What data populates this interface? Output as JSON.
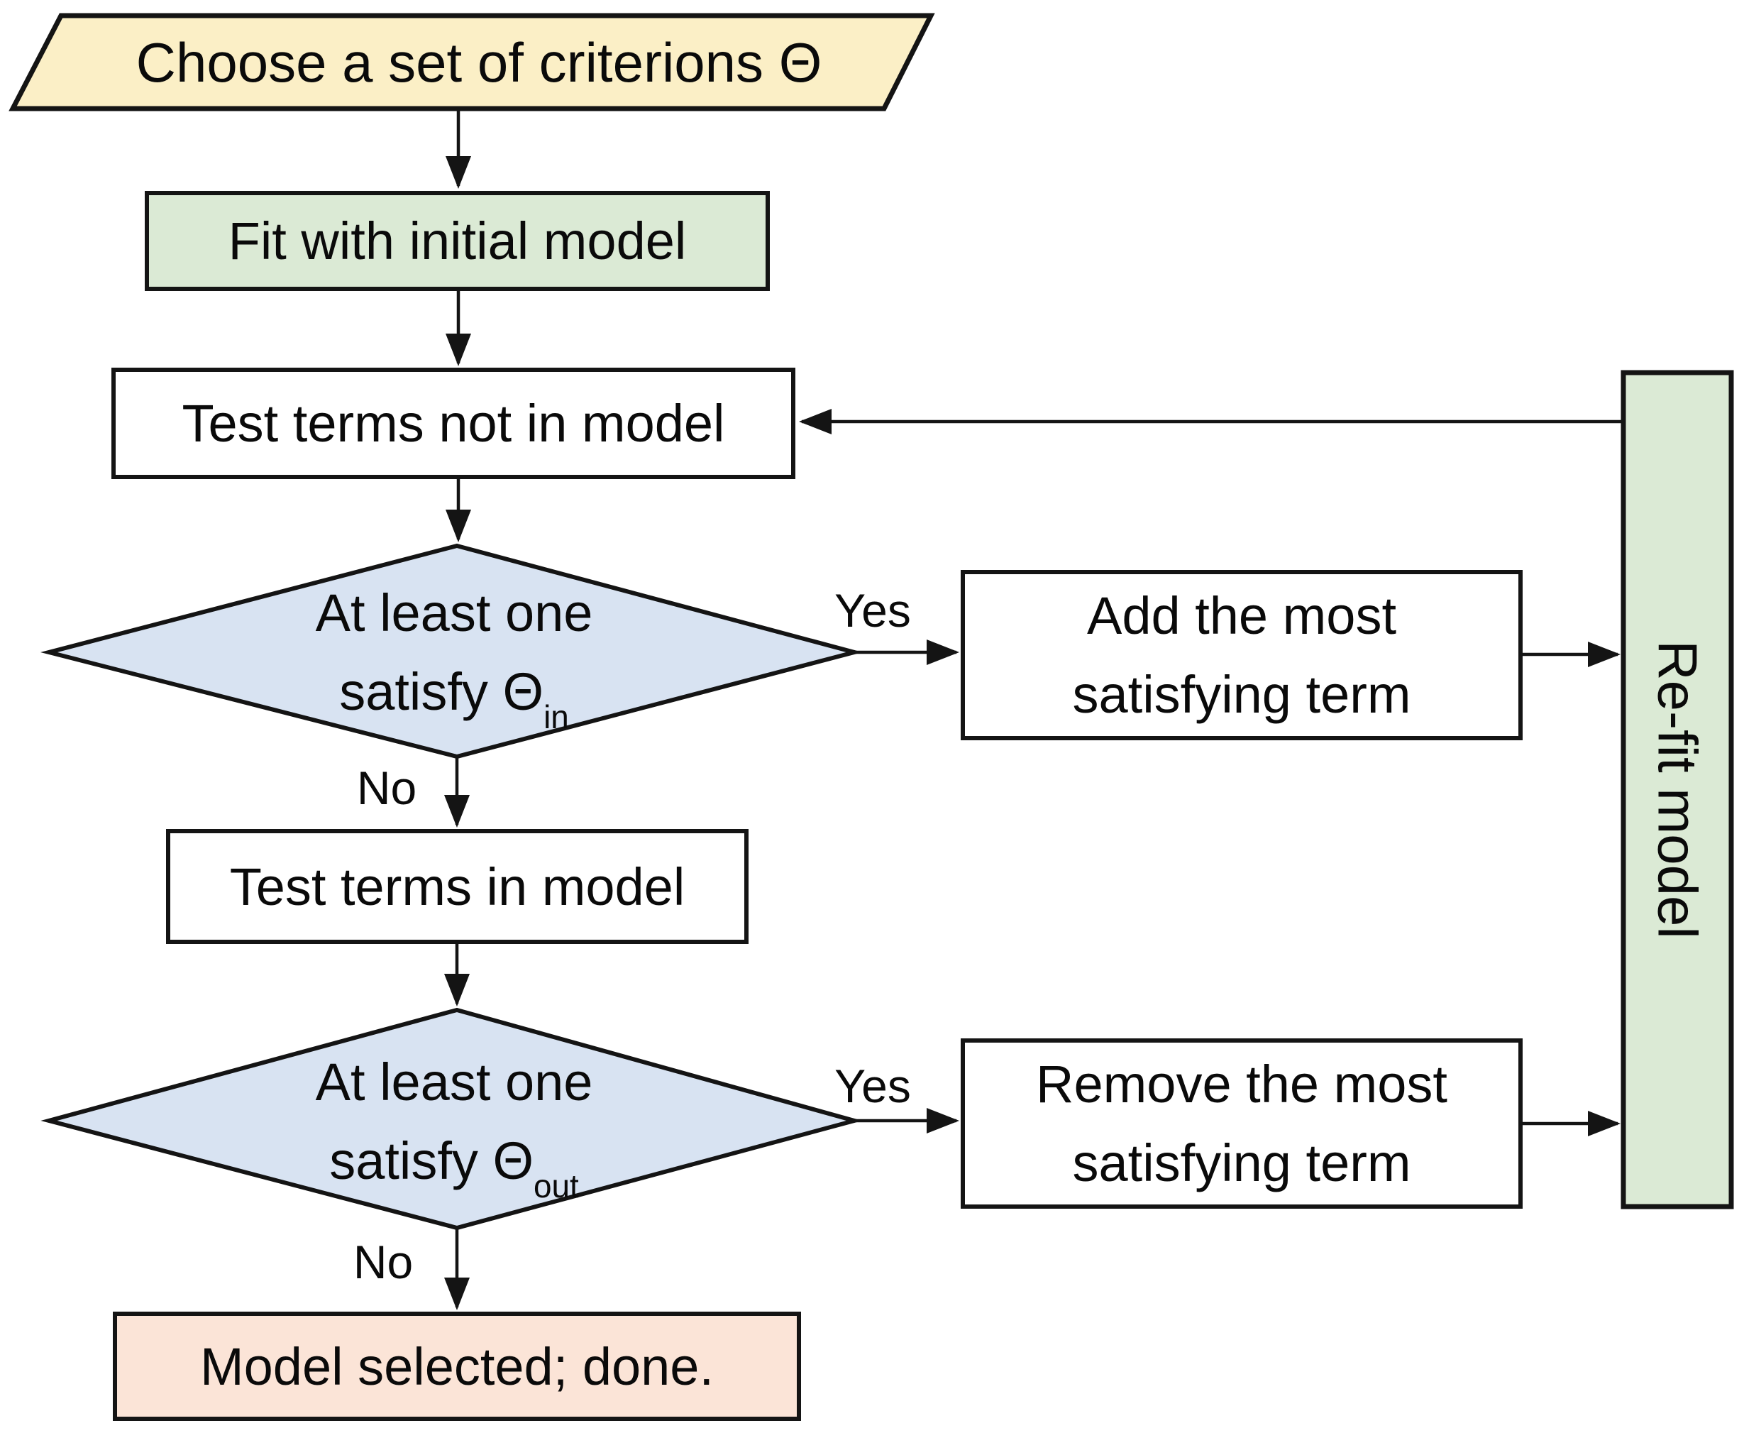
{
  "figure": {
    "type": "flowchart",
    "topic": "Stepwise model selection procedure"
  },
  "colors": {
    "input_parallelogram_fill": "#FBEFC6",
    "process_green_fill": "#DBEAD5",
    "decision_blue_fill": "#D8E3F2",
    "terminal_peach_fill": "#FBE4D7",
    "plain_box_fill": "#FFFFFF",
    "stroke": "#141414"
  },
  "nodes": {
    "choose": {
      "label": "Choose a set of criterions Θ",
      "shape": "parallelogram"
    },
    "fit_initial": {
      "label": "Fit with initial model",
      "shape": "process"
    },
    "test_not_in": {
      "label": "Test terms not in model",
      "shape": "process"
    },
    "decision_in": {
      "line1": "At least one",
      "line2": "satisfy Θ",
      "sub": "in",
      "shape": "decision"
    },
    "add_term": {
      "line1": "Add the most",
      "line2": "satisfying term",
      "shape": "process"
    },
    "refit": {
      "label": "Re-fit model",
      "shape": "process",
      "orientation": "rotated-90"
    },
    "test_in": {
      "label": "Test terms in model",
      "shape": "process"
    },
    "decision_out": {
      "line1": "At least one",
      "line2": "satisfy Θ",
      "sub": "out",
      "shape": "decision"
    },
    "remove_term": {
      "line1": "Remove the most",
      "line2": "satisfying term",
      "shape": "process"
    },
    "done": {
      "label": "Model selected; done.",
      "shape": "terminal"
    }
  },
  "edge_labels": {
    "yes_in": "Yes",
    "no_in": "No",
    "yes_out": "Yes",
    "no_out": "No"
  }
}
